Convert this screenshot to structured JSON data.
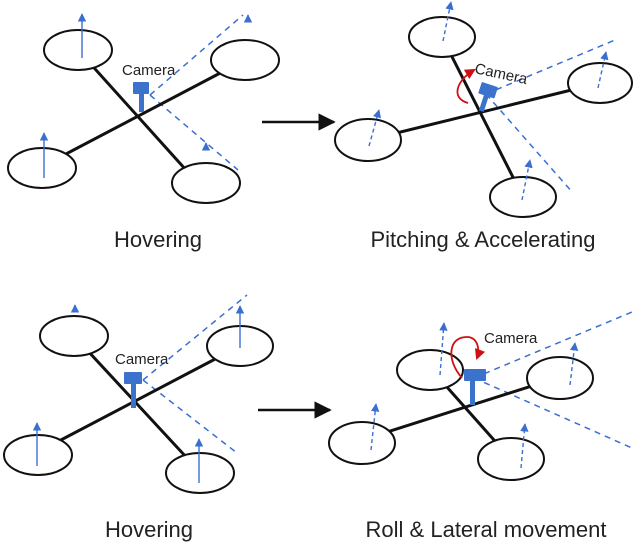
{
  "labels": {
    "camera": "Camera"
  },
  "captions": {
    "top_left": "Hovering",
    "top_right": "Pitching & Accelerating",
    "bottom_left": "Hovering",
    "bottom_right": "Roll & Lateral movement"
  },
  "colors": {
    "drone_body": "#111111",
    "camera": "#3b72cc",
    "field_of_view": "#3a6fd0",
    "rotation_arrow": "#d01010"
  }
}
